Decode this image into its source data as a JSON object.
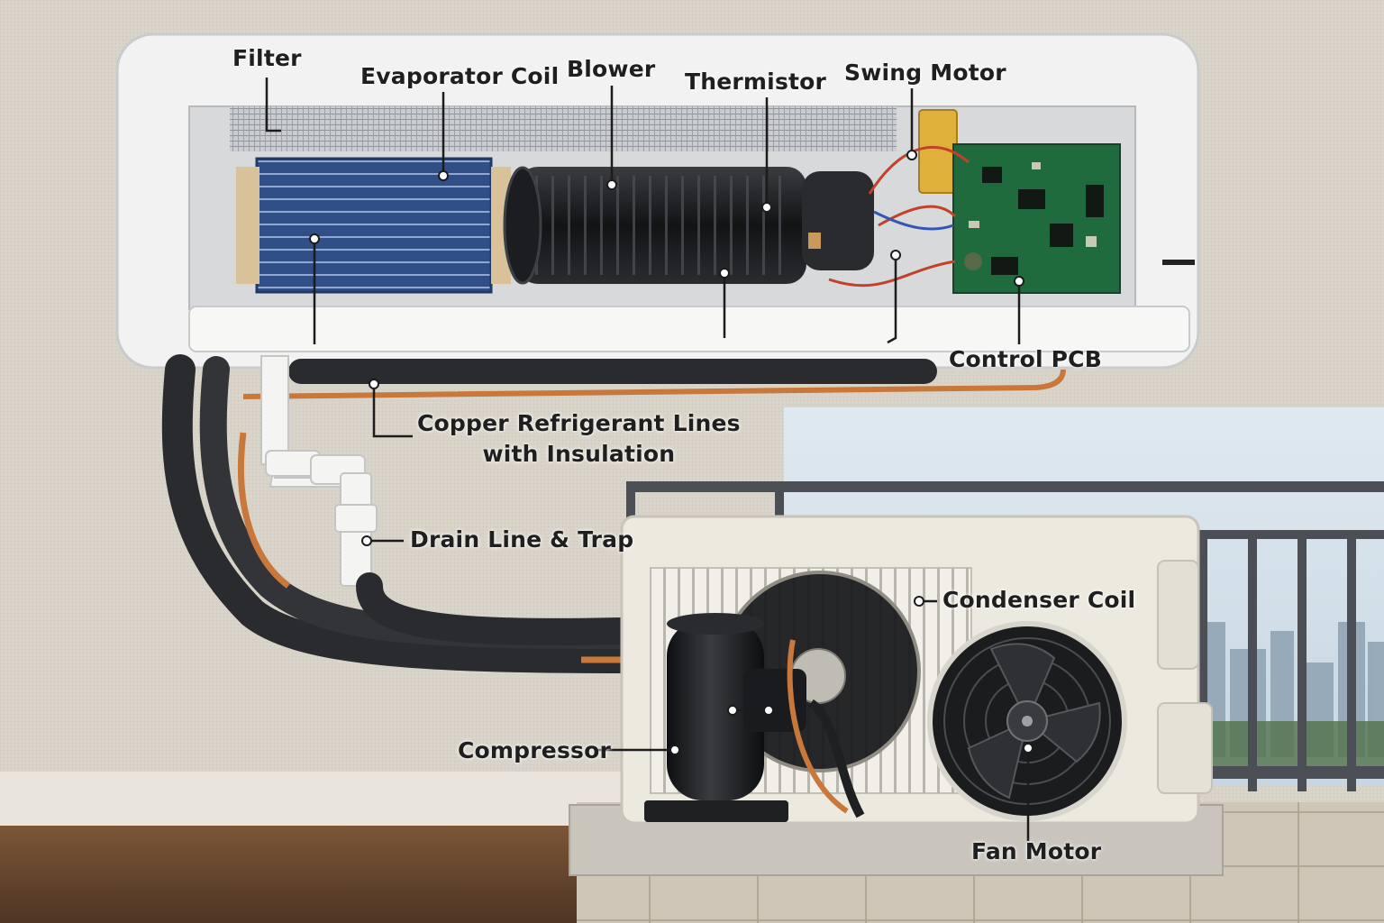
{
  "labels": {
    "filter": "Filter",
    "evaporator_coil": "Evaporator Coil",
    "blower": "Blower",
    "thermistor": "Thermistor",
    "swing_motor": "Swing Motor",
    "control_pcb": "Control PCB",
    "copper_lines_line1": "Copper Refrigerant Lines",
    "copper_lines_line2": "with Insulation",
    "drain_line": "Drain Line & Trap",
    "condenser_coil": "Condenser Coil",
    "compressor": "Compressor",
    "fan_motor": "Fan Motor"
  },
  "colors": {
    "wall": "#d9d4c9",
    "indoor_unit_shell": "#f1f2f1",
    "evaporator_coil": "#2f4f86",
    "blower": "#1d1e21",
    "pcb": "#1f6b3e",
    "copper": "#c8783a",
    "insulation": "#2a2b2e",
    "outdoor_unit": "#ece9df",
    "floor": "#6b4a33",
    "sky": "#d6e4ee",
    "label_text": "#1f1f1f"
  }
}
